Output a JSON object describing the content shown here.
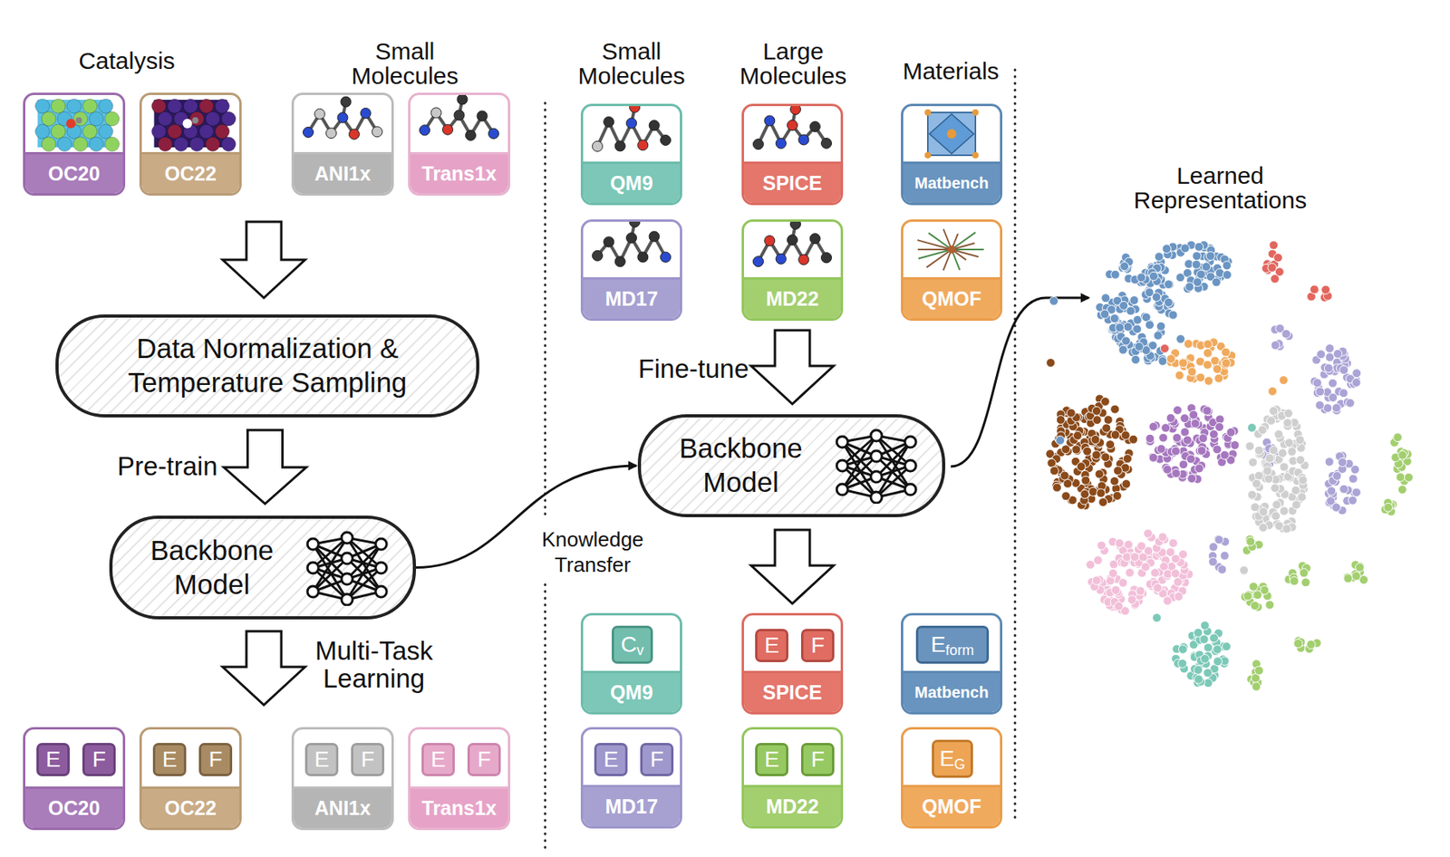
{
  "diagram": {
    "nodes": [
      {
        "text": [
          "OC20"
        ]
      },
      {
        "text": [
          "OC22"
        ]
      },
      {
        "text": [
          "ANI1x"
        ]
      },
      {
        "text": [
          "Trans1x"
        ]
      },
      {
        "text": [
          "QM9"
        ]
      },
      {
        "text": [
          "SPICE"
        ]
      },
      {
        "text": [
          "Matbench"
        ]
      },
      {
        "text": [
          "MD17"
        ]
      },
      {
        "text": [
          "MD22"
        ]
      },
      {
        "text": [
          "QMOF"
        ]
      },
      {
        "text": [
          "Data Normalization & Temperature Sampling"
        ]
      },
      {
        "text": [
          "Backbone Model"
        ]
      },
      {
        "text": [
          "Backbone Model"
        ]
      },
      {
        "text": [
          "QM9"
        ]
      },
      {
        "text": [
          "C",
          "v"
        ],
        "in": 13
      },
      {
        "text": [
          "SPICE"
        ]
      },
      {
        "text": [
          "E"
        ],
        "in": 15
      },
      {
        "text": [
          "F"
        ],
        "in": 15
      },
      {
        "text": [
          "Matbench"
        ]
      },
      {
        "text": [
          "E",
          "form"
        ],
        "in": 18
      },
      {
        "text": [
          "MD17"
        ]
      },
      {
        "text": [
          "E"
        ],
        "in": 20
      },
      {
        "text": [
          "F"
        ],
        "in": 20
      },
      {
        "text": [
          "MD22"
        ]
      },
      {
        "text": [
          "E"
        ],
        "in": 23
      },
      {
        "text": [
          "F"
        ],
        "in": 23
      },
      {
        "text": [
          "QMOF"
        ]
      },
      {
        "text": [
          "E",
          "G"
        ],
        "in": 26
      },
      {
        "text": [
          "OC20"
        ]
      },
      {
        "text": [
          "E"
        ],
        "in": 28
      },
      {
        "text": [
          "F"
        ],
        "in": 28
      },
      {
        "text": [
          "OC22"
        ]
      },
      {
        "text": [
          "E"
        ],
        "in": 31
      },
      {
        "text": [
          "F"
        ],
        "in": 31
      },
      {
        "text": [
          "ANI1x"
        ]
      },
      {
        "text": [
          "E"
        ],
        "in": 34
      },
      {
        "text": [
          "F"
        ],
        "in": 34
      },
      {
        "text": [
          "Trans1x"
        ]
      },
      {
        "text": [
          "E"
        ],
        "in": 37
      },
      {
        "text": [
          "F"
        ],
        "in": 37
      }
    ],
    "edges": [
      {
        "from": 10,
        "to": 11,
        "label": "Pre-train",
        "arrow": "to"
      },
      {
        "from": 11,
        "to": 12,
        "label": "Knowledge Transfer",
        "arrow": "to"
      }
    ],
    "labels": [
      "Catalysis",
      "Small Molecules",
      "Small Molecules",
      "Large Molecules",
      "Materials",
      "Multi-Task Learning",
      "Fine-tune",
      "Learned Representations"
    ]
  }
}
